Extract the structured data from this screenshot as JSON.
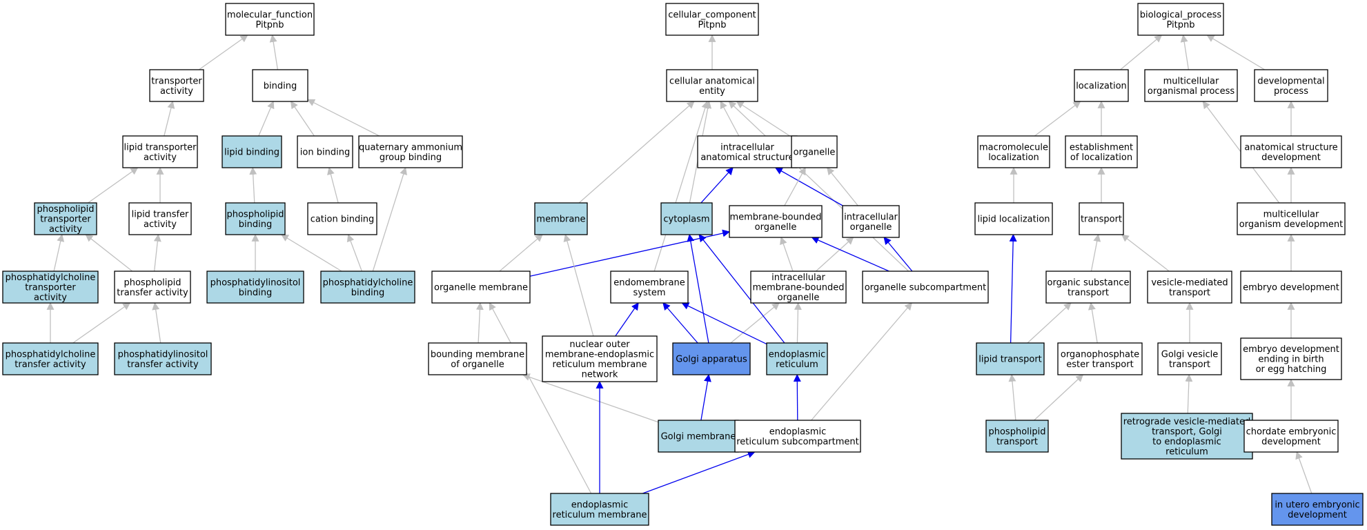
{
  "colors": {
    "plain": "#ffffff",
    "annotated": "#add8e6",
    "direct": "#6495ed",
    "edge_gray": "#c0c0c0",
    "edge_blue": "#0000ee"
  },
  "nodes": {
    "mf": {
      "lines": [
        "molecular_function",
        "Pitpnb"
      ],
      "fill": "plain"
    },
    "cc": {
      "lines": [
        "cellular_component",
        "Pitpnb"
      ],
      "fill": "plain"
    },
    "bp": {
      "lines": [
        "biological_process",
        "Pitpnb"
      ],
      "fill": "plain"
    },
    "ta": {
      "lines": [
        "transporter",
        "activity"
      ],
      "fill": "plain"
    },
    "bind": {
      "lines": [
        "binding"
      ],
      "fill": "plain"
    },
    "lta": {
      "lines": [
        "lipid transporter",
        "activity"
      ],
      "fill": "plain"
    },
    "lb": {
      "lines": [
        "lipid binding"
      ],
      "fill": "annotated"
    },
    "ib": {
      "lines": [
        "ion binding"
      ],
      "fill": "plain"
    },
    "qagb": {
      "lines": [
        "quaternary ammonium",
        "group binding"
      ],
      "fill": "plain"
    },
    "pta": {
      "lines": [
        "phospholipid",
        "transporter",
        "activity"
      ],
      "fill": "annotated"
    },
    "ltfa": {
      "lines": [
        "lipid transfer",
        "activity"
      ],
      "fill": "plain"
    },
    "pb": {
      "lines": [
        "phospholipid",
        "binding"
      ],
      "fill": "annotated"
    },
    "catb": {
      "lines": [
        "cation binding"
      ],
      "fill": "plain"
    },
    "pcta": {
      "lines": [
        "phosphatidylcholine",
        "transporter",
        "activity"
      ],
      "fill": "annotated"
    },
    "ptfa": {
      "lines": [
        "phospholipid",
        "transfer activity"
      ],
      "fill": "plain"
    },
    "pib": {
      "lines": [
        "phosphatidylinositol",
        "binding"
      ],
      "fill": "annotated"
    },
    "pcb": {
      "lines": [
        "phosphatidylcholine",
        "binding"
      ],
      "fill": "annotated"
    },
    "pctf": {
      "lines": [
        "phosphatidylcholine",
        "transfer activity"
      ],
      "fill": "annotated"
    },
    "pitf": {
      "lines": [
        "phosphatidylinositol",
        "transfer activity"
      ],
      "fill": "annotated"
    },
    "cae": {
      "lines": [
        "cellular anatomical",
        "entity"
      ],
      "fill": "plain"
    },
    "ias": {
      "lines": [
        "intracellular",
        "anatomical structure"
      ],
      "fill": "plain"
    },
    "org": {
      "lines": [
        "organelle"
      ],
      "fill": "plain"
    },
    "mem": {
      "lines": [
        "membrane"
      ],
      "fill": "annotated"
    },
    "cyt": {
      "lines": [
        "cytoplasm"
      ],
      "fill": "annotated"
    },
    "mbo": {
      "lines": [
        "membrane-bounded",
        "organelle"
      ],
      "fill": "plain"
    },
    "io": {
      "lines": [
        "intracellular",
        "organelle"
      ],
      "fill": "plain"
    },
    "om": {
      "lines": [
        "organelle membrane"
      ],
      "fill": "plain"
    },
    "ems": {
      "lines": [
        "endomembrane",
        "system"
      ],
      "fill": "plain"
    },
    "imbo": {
      "lines": [
        "intracellular",
        "membrane-bounded",
        "organelle"
      ],
      "fill": "plain"
    },
    "osc": {
      "lines": [
        "organelle subcompartment"
      ],
      "fill": "plain"
    },
    "bmo": {
      "lines": [
        "bounding membrane",
        "of organelle"
      ],
      "fill": "plain"
    },
    "nom": {
      "lines": [
        "nuclear outer",
        "membrane-endoplasmic",
        "reticulum membrane",
        "network"
      ],
      "fill": "plain"
    },
    "golgi": {
      "lines": [
        "Golgi apparatus"
      ],
      "fill": "direct"
    },
    "er": {
      "lines": [
        "endoplasmic",
        "reticulum"
      ],
      "fill": "annotated"
    },
    "gm": {
      "lines": [
        "Golgi membrane"
      ],
      "fill": "annotated"
    },
    "ersc": {
      "lines": [
        "endoplasmic",
        "reticulum subcompartment"
      ],
      "fill": "plain"
    },
    "erm": {
      "lines": [
        "endoplasmic",
        "reticulum membrane"
      ],
      "fill": "annotated"
    },
    "loc": {
      "lines": [
        "localization"
      ],
      "fill": "plain"
    },
    "mop": {
      "lines": [
        "multicellular",
        "organismal process"
      ],
      "fill": "plain"
    },
    "dp": {
      "lines": [
        "developmental",
        "process"
      ],
      "fill": "plain"
    },
    "ml": {
      "lines": [
        "macromolecule",
        "localization"
      ],
      "fill": "plain"
    },
    "eol": {
      "lines": [
        "establishment",
        "of localization"
      ],
      "fill": "plain"
    },
    "asd": {
      "lines": [
        "anatomical structure",
        "development"
      ],
      "fill": "plain"
    },
    "ll": {
      "lines": [
        "lipid localization"
      ],
      "fill": "plain"
    },
    "tr": {
      "lines": [
        "transport"
      ],
      "fill": "plain"
    },
    "mod": {
      "lines": [
        "multicellular",
        "organism development"
      ],
      "fill": "plain"
    },
    "ost": {
      "lines": [
        "organic substance",
        "transport"
      ],
      "fill": "plain"
    },
    "vmt": {
      "lines": [
        "vesicle-mediated",
        "transport"
      ],
      "fill": "plain"
    },
    "ed": {
      "lines": [
        "embryo development"
      ],
      "fill": "plain"
    },
    "lt": {
      "lines": [
        "lipid transport"
      ],
      "fill": "annotated"
    },
    "opet": {
      "lines": [
        "organophosphate",
        "ester transport"
      ],
      "fill": "plain"
    },
    "gvt": {
      "lines": [
        "Golgi vesicle",
        "transport"
      ],
      "fill": "plain"
    },
    "edeb": {
      "lines": [
        "embryo development",
        "ending in birth",
        "or egg hatching"
      ],
      "fill": "plain"
    },
    "plt": {
      "lines": [
        "phospholipid",
        "transport"
      ],
      "fill": "annotated"
    },
    "rvmt": {
      "lines": [
        "retrograde vesicle-mediated",
        "transport, Golgi",
        "to endoplasmic",
        "reticulum"
      ],
      "fill": "annotated"
    },
    "ced": {
      "lines": [
        "chordate embryonic",
        "development"
      ],
      "fill": "plain"
    },
    "iued": {
      "lines": [
        "in utero embryonic",
        "development"
      ],
      "fill": "direct"
    }
  },
  "edges": [
    {
      "from": "ta",
      "to": "mf",
      "color": "gray"
    },
    {
      "from": "bind",
      "to": "mf",
      "color": "gray"
    },
    {
      "from": "lta",
      "to": "ta",
      "color": "gray"
    },
    {
      "from": "lb",
      "to": "bind",
      "color": "gray"
    },
    {
      "from": "ib",
      "to": "bind",
      "color": "gray"
    },
    {
      "from": "qagb",
      "to": "bind",
      "color": "gray"
    },
    {
      "from": "pta",
      "to": "lta",
      "color": "gray"
    },
    {
      "from": "ltfa",
      "to": "lta",
      "color": "gray"
    },
    {
      "from": "pb",
      "to": "lb",
      "color": "gray"
    },
    {
      "from": "catb",
      "to": "ib",
      "color": "gray"
    },
    {
      "from": "pcta",
      "to": "pta",
      "color": "gray"
    },
    {
      "from": "ptfa",
      "to": "pta",
      "color": "gray"
    },
    {
      "from": "ptfa",
      "to": "ltfa",
      "color": "gray"
    },
    {
      "from": "pib",
      "to": "pb",
      "color": "gray"
    },
    {
      "from": "pcb",
      "to": "pb",
      "color": "gray"
    },
    {
      "from": "pcb",
      "to": "catb",
      "color": "gray"
    },
    {
      "from": "pcb",
      "to": "qagb",
      "color": "gray"
    },
    {
      "from": "pctf",
      "to": "pcta",
      "color": "gray"
    },
    {
      "from": "pctf",
      "to": "ptfa",
      "color": "gray"
    },
    {
      "from": "pitf",
      "to": "ptfa",
      "color": "gray"
    },
    {
      "from": "cae",
      "to": "cc",
      "color": "gray"
    },
    {
      "from": "ias",
      "to": "cae",
      "color": "gray"
    },
    {
      "from": "org",
      "to": "cae",
      "color": "gray"
    },
    {
      "from": "mem",
      "to": "cae",
      "color": "gray"
    },
    {
      "from": "cyt",
      "to": "cae",
      "color": "gray"
    },
    {
      "from": "ems",
      "to": "cae",
      "color": "gray"
    },
    {
      "from": "osc",
      "to": "cae",
      "color": "gray"
    },
    {
      "from": "cyt",
      "to": "ias",
      "color": "blue"
    },
    {
      "from": "io",
      "to": "ias",
      "color": "blue"
    },
    {
      "from": "mbo",
      "to": "org",
      "color": "gray"
    },
    {
      "from": "io",
      "to": "org",
      "color": "gray"
    },
    {
      "from": "om",
      "to": "mem",
      "color": "gray"
    },
    {
      "from": "om",
      "to": "mbo",
      "color": "blue"
    },
    {
      "from": "imbo",
      "to": "mbo",
      "color": "gray"
    },
    {
      "from": "imbo",
      "to": "io",
      "color": "gray"
    },
    {
      "from": "osc",
      "to": "mbo",
      "color": "blue"
    },
    {
      "from": "osc",
      "to": "io",
      "color": "blue"
    },
    {
      "from": "bmo",
      "to": "om",
      "color": "gray"
    },
    {
      "from": "nom",
      "to": "mem",
      "color": "gray"
    },
    {
      "from": "nom",
      "to": "ems",
      "color": "blue"
    },
    {
      "from": "golgi",
      "to": "ems",
      "color": "blue"
    },
    {
      "from": "golgi",
      "to": "cyt",
      "color": "blue"
    },
    {
      "from": "golgi",
      "to": "imbo",
      "color": "gray"
    },
    {
      "from": "er",
      "to": "ems",
      "color": "blue"
    },
    {
      "from": "er",
      "to": "cyt",
      "color": "blue"
    },
    {
      "from": "er",
      "to": "imbo",
      "color": "gray"
    },
    {
      "from": "gm",
      "to": "golgi",
      "color": "blue"
    },
    {
      "from": "gm",
      "to": "bmo",
      "color": "gray"
    },
    {
      "from": "ersc",
      "to": "er",
      "color": "blue"
    },
    {
      "from": "ersc",
      "to": "osc",
      "color": "gray"
    },
    {
      "from": "erm",
      "to": "nom",
      "color": "blue"
    },
    {
      "from": "erm",
      "to": "ersc",
      "color": "blue"
    },
    {
      "from": "erm",
      "to": "om",
      "color": "gray"
    },
    {
      "from": "loc",
      "to": "bp",
      "color": "gray"
    },
    {
      "from": "mop",
      "to": "bp",
      "color": "gray"
    },
    {
      "from": "dp",
      "to": "bp",
      "color": "gray"
    },
    {
      "from": "ml",
      "to": "loc",
      "color": "gray"
    },
    {
      "from": "eol",
      "to": "loc",
      "color": "gray"
    },
    {
      "from": "asd",
      "to": "dp",
      "color": "gray"
    },
    {
      "from": "ll",
      "to": "ml",
      "color": "gray"
    },
    {
      "from": "tr",
      "to": "eol",
      "color": "gray"
    },
    {
      "from": "mod",
      "to": "asd",
      "color": "gray"
    },
    {
      "from": "mod",
      "to": "mop",
      "color": "gray"
    },
    {
      "from": "ost",
      "to": "tr",
      "color": "gray"
    },
    {
      "from": "vmt",
      "to": "tr",
      "color": "gray"
    },
    {
      "from": "ed",
      "to": "mod",
      "color": "gray"
    },
    {
      "from": "lt",
      "to": "ll",
      "color": "blue"
    },
    {
      "from": "lt",
      "to": "ost",
      "color": "gray"
    },
    {
      "from": "opet",
      "to": "ost",
      "color": "gray"
    },
    {
      "from": "gvt",
      "to": "vmt",
      "color": "gray"
    },
    {
      "from": "edeb",
      "to": "ed",
      "color": "gray"
    },
    {
      "from": "plt",
      "to": "lt",
      "color": "gray"
    },
    {
      "from": "plt",
      "to": "opet",
      "color": "gray"
    },
    {
      "from": "rvmt",
      "to": "gvt",
      "color": "gray"
    },
    {
      "from": "ced",
      "to": "edeb",
      "color": "gray"
    },
    {
      "from": "iued",
      "to": "ced",
      "color": "gray"
    }
  ]
}
